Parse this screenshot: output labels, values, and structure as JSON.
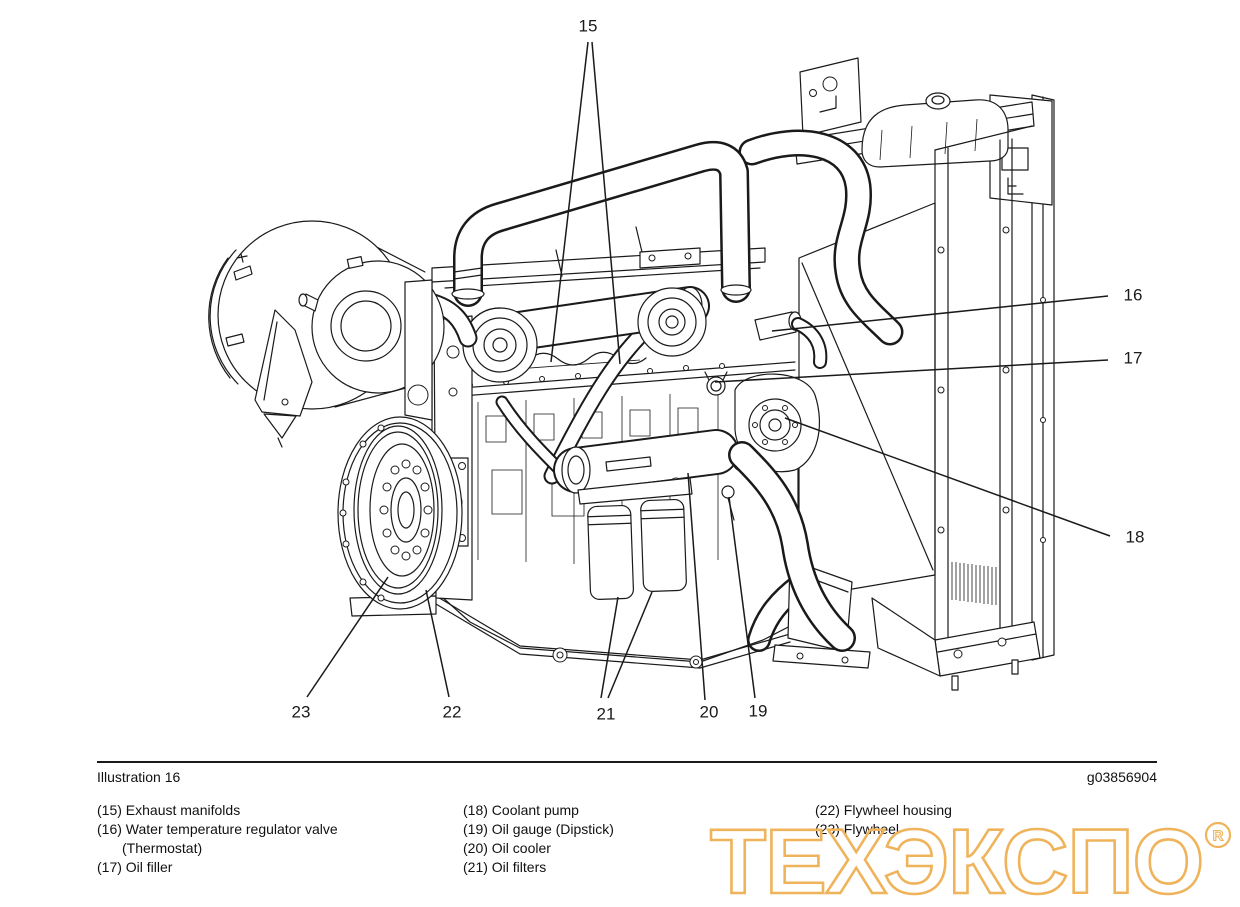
{
  "figure": {
    "caption": "Illustration 16",
    "code": "g03856904"
  },
  "callouts": [
    {
      "number": "15"
    },
    {
      "number": "16"
    },
    {
      "number": "17"
    },
    {
      "number": "18"
    },
    {
      "number": "19"
    },
    {
      "number": "20"
    },
    {
      "number": "21"
    },
    {
      "number": "22"
    },
    {
      "number": "23"
    }
  ],
  "legend": {
    "column1": [
      {
        "num": "(15)",
        "text": "Exhaust manifolds"
      },
      {
        "num": "(16)",
        "text": "Water temperature regulator valve",
        "text_cont": "(Thermostat)"
      },
      {
        "num": "(17)",
        "text": "Oil filler"
      }
    ],
    "column2": [
      {
        "num": "(18)",
        "text": "Coolant pump"
      },
      {
        "num": "(19)",
        "text": "Oil gauge (Dipstick)"
      },
      {
        "num": "(20)",
        "text": "Oil cooler"
      },
      {
        "num": "(21)",
        "text": "Oil filters"
      }
    ],
    "column3": [
      {
        "num": "(22)",
        "text": "Flywheel housing"
      },
      {
        "num": "(23)",
        "text": "Flywheel"
      }
    ]
  },
  "watermark": {
    "text": "ТЕХЭКСПО",
    "registered_mark": "R",
    "color": "#efb45b"
  },
  "colors": {
    "line_art": "#1a1a1a",
    "background": "#ffffff"
  }
}
